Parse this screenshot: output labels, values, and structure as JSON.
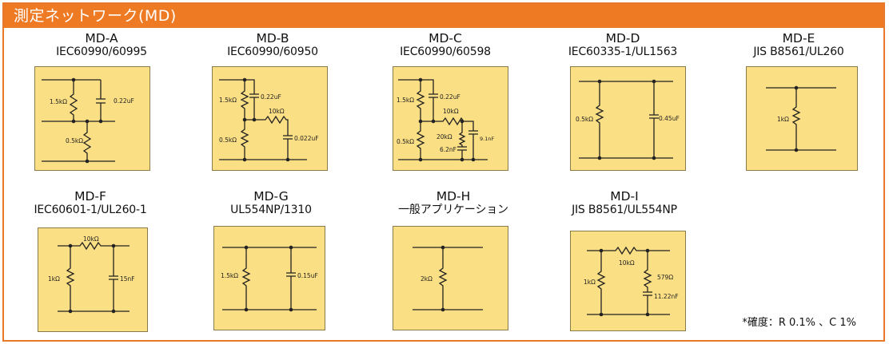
{
  "title": "測定ネットワーク(MD)",
  "networks": [
    {
      "name": "MD-A",
      "standard": "IEC60990/60995",
      "labels": [
        "1.5kΩ",
        "0.22uF",
        "0.5kΩ"
      ]
    },
    {
      "name": "MD-B",
      "standard": "IEC60990/60950",
      "labels": [
        "1.5kΩ",
        "0.22uF",
        "10kΩ",
        "0.5kΩ",
        "0.022uF"
      ]
    },
    {
      "name": "MD-C",
      "standard": "IEC60990/60598",
      "labels": [
        "1.5kΩ",
        "0.22uF",
        "10kΩ",
        "20kΩ",
        "9.1nF",
        "0.5kΩ",
        "6.2nF"
      ]
    },
    {
      "name": "MD-D",
      "standard": "IEC60335-1/UL1563",
      "labels": [
        "0.5kΩ",
        "0.45uF"
      ]
    },
    {
      "name": "MD-E",
      "standard": "JIS B8561/UL260",
      "labels": [
        "1kΩ"
      ]
    },
    {
      "name": "MD-F",
      "standard": "IEC60601-1/UL260-1",
      "labels": [
        "10kΩ",
        "1kΩ",
        "15nF"
      ]
    },
    {
      "name": "MD-G",
      "standard": "UL554NP/1310",
      "labels": [
        "1.5kΩ",
        "0.15uF"
      ]
    },
    {
      "name": "MD-H",
      "standard": "一般アプリケーション",
      "labels": [
        "2kΩ"
      ]
    },
    {
      "name": "MD-I",
      "standard": "JIS B8561/UL554NP",
      "labels": [
        "10kΩ",
        "1kΩ",
        "579Ω",
        "11.22nF"
      ]
    }
  ],
  "note": "*確度：R 0.1% 、C 1%"
}
